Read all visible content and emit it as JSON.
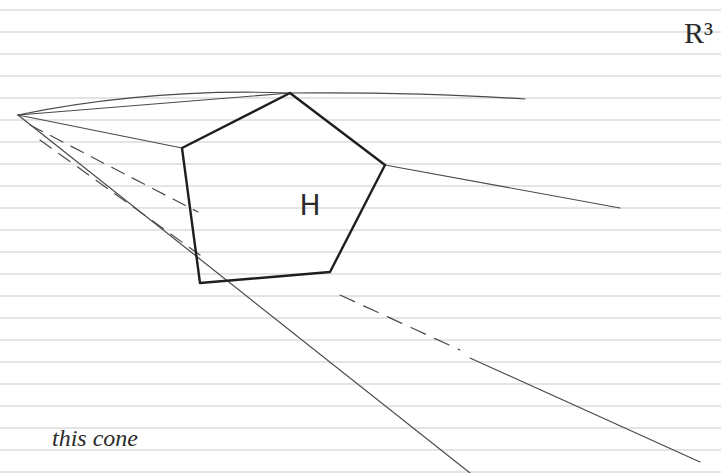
{
  "diagram": {
    "nodes": [
      {
        "text": [
          "H"
        ]
      }
    ],
    "labels": [
      "R³",
      "this cone"
    ]
  }
}
